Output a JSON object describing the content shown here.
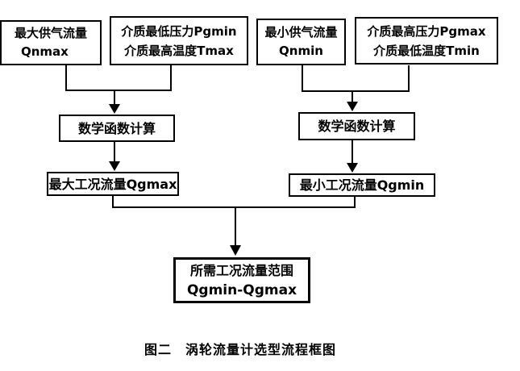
{
  "diagram": {
    "boxes": {
      "qnmax": {
        "line1": "最大供气流量",
        "line2": "Qnmax"
      },
      "pgmin_tmax": {
        "line1": "介质最低压力Pgmin",
        "line2": "介质最高温度Tmax"
      },
      "qnmin": {
        "line1": "最小供气流量",
        "line2": "Qnmin"
      },
      "pgmax_tmin": {
        "line1": "介质最高压力Pgmax",
        "line2": "介质最低温度Tmin"
      },
      "math_left": {
        "label": "数学函数计算"
      },
      "math_right": {
        "label": "数学函数计算"
      },
      "qgmax": {
        "label": "最大工况流量Qgmax"
      },
      "qgmin": {
        "label": "最小工况流量Qgmin"
      },
      "range": {
        "line1": "所需工况流量范围",
        "line2": "Qgmin-Qgmax"
      }
    },
    "caption": "图二　涡轮流量计选型流程框图",
    "colors": {
      "background": "#ffffff",
      "line": "#000000",
      "text": "#000000"
    }
  }
}
